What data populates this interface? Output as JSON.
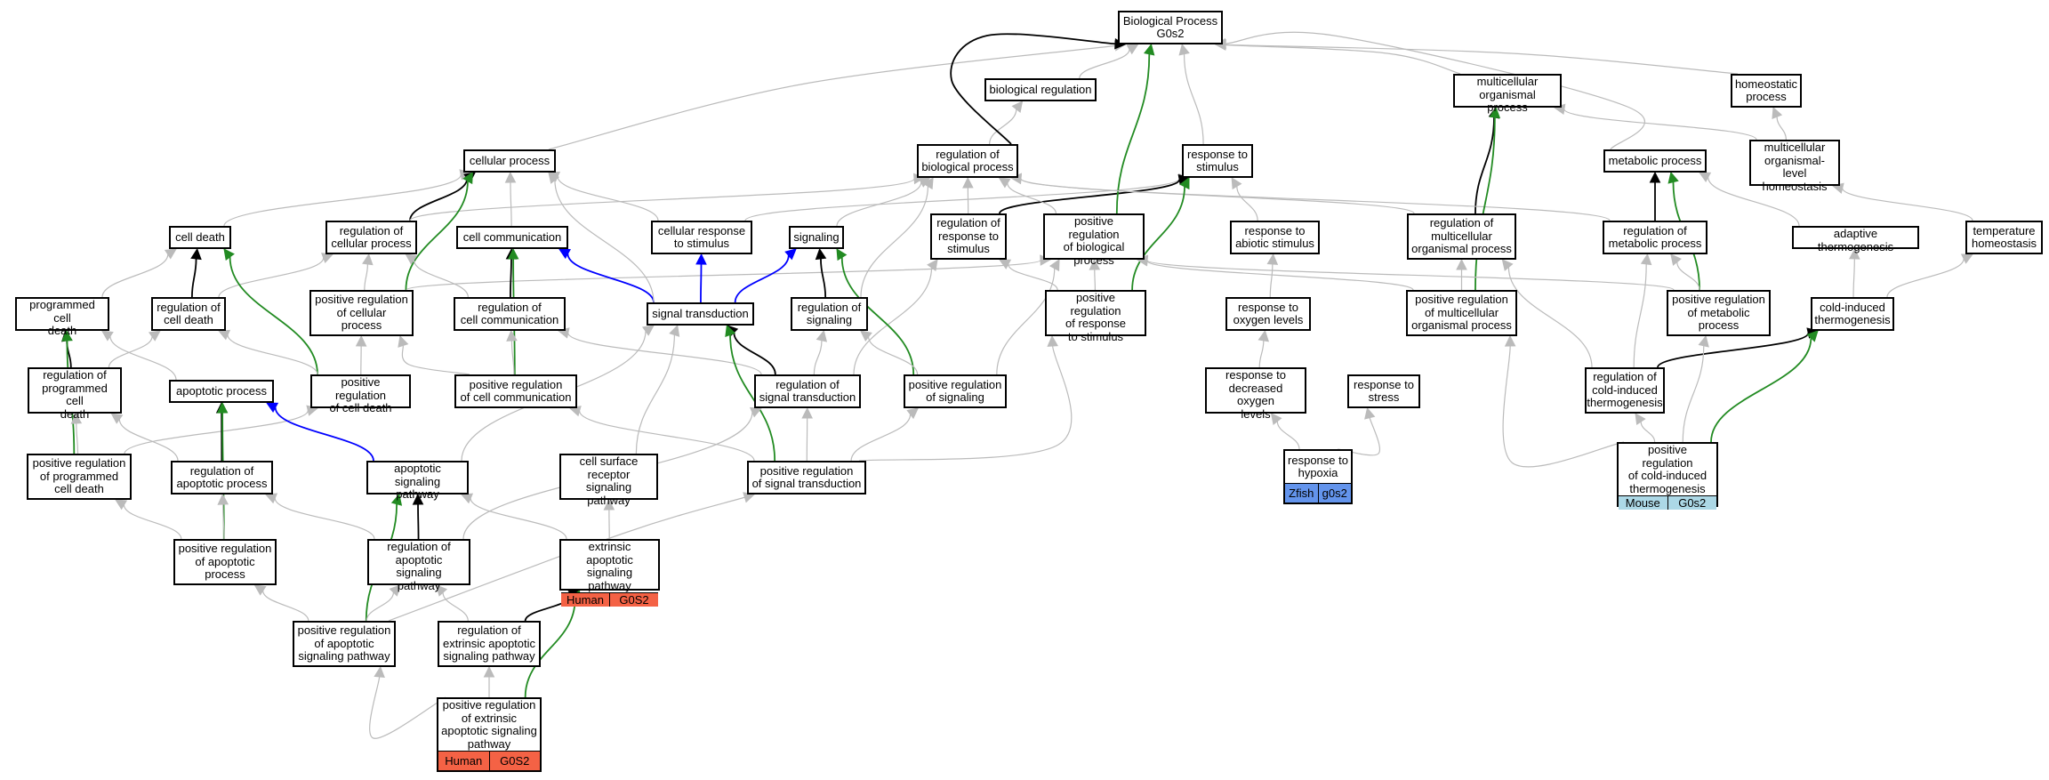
{
  "title": "Biological Process\nG0s2",
  "colors": {
    "is_a": "#bbbbbb",
    "regulates": "#000000",
    "positively_regulates": "#228b22",
    "part_of": "#0000ff",
    "human": "#f46245",
    "zfish": "#6394ec",
    "mouse": "#acd8e6"
  },
  "nodes": [
    {
      "id": "bp",
      "label": "Biological Process\nG0s2"
    },
    {
      "id": "bioreg",
      "label": "biological regulation"
    },
    {
      "id": "multi",
      "label": "multicellular\norganismal process"
    },
    {
      "id": "homeo",
      "label": "homeostatic\nprocess"
    },
    {
      "id": "cellproc",
      "label": "cellular process"
    },
    {
      "id": "regbio",
      "label": "regulation of\nbiological process"
    },
    {
      "id": "rstim",
      "label": "response to\nstimulus"
    },
    {
      "id": "metab",
      "label": "metabolic process"
    },
    {
      "id": "mohomeo",
      "label": "multicellular\norganismal-level\nhomeostasis"
    },
    {
      "id": "celldeath",
      "label": "cell death"
    },
    {
      "id": "regcell",
      "label": "regulation of\ncellular process"
    },
    {
      "id": "cellcomm",
      "label": "cell communication"
    },
    {
      "id": "cellresp",
      "label": "cellular response\nto stimulus"
    },
    {
      "id": "signaling",
      "label": "signaling"
    },
    {
      "id": "regresp",
      "label": "regulation of\nresponse to\nstimulus"
    },
    {
      "id": "posregbio",
      "label": "positive regulation\nof biological\nprocess"
    },
    {
      "id": "rabiotic",
      "label": "response to\nabiotic stimulus"
    },
    {
      "id": "regmulti",
      "label": "regulation of\nmulticellular\norganismal process"
    },
    {
      "id": "regmetab",
      "label": "regulation of\nmetabolic process"
    },
    {
      "id": "adapt",
      "label": "adaptive thermogenesis"
    },
    {
      "id": "temphomeo",
      "label": "temperature\nhomeostasis"
    },
    {
      "id": "pcd",
      "label": "programmed cell\ndeath"
    },
    {
      "id": "regcelldeath",
      "label": "regulation of\ncell death"
    },
    {
      "id": "posregcell",
      "label": "positive regulation\nof cellular\nprocess"
    },
    {
      "id": "regcellcomm",
      "label": "regulation of\ncell communication"
    },
    {
      "id": "sigtrans",
      "label": "signal transduction"
    },
    {
      "id": "regsig",
      "label": "regulation of\nsignaling"
    },
    {
      "id": "posregresp",
      "label": "positive regulation\nof response\nto stimulus"
    },
    {
      "id": "roxy",
      "label": "response to\noxygen levels"
    },
    {
      "id": "posregmulti",
      "label": "positive regulation\nof multicellular\norganismal process"
    },
    {
      "id": "posregmetab",
      "label": "positive regulation\nof metabolic\nprocess"
    },
    {
      "id": "coldthermo",
      "label": "cold-induced\nthermogenesis"
    },
    {
      "id": "regpcd",
      "label": "regulation of\nprogrammed cell\ndeath"
    },
    {
      "id": "apop",
      "label": "apoptotic process"
    },
    {
      "id": "posregcelldeath",
      "label": "positive regulation\nof cell death"
    },
    {
      "id": "posregcellcomm",
      "label": "positive regulation\nof cell communication"
    },
    {
      "id": "regsigtrans",
      "label": "regulation of\nsignal transduction"
    },
    {
      "id": "posregsig",
      "label": "positive regulation\nof signaling"
    },
    {
      "id": "rdecoxy",
      "label": "response to\ndecreased oxygen\nlevels"
    },
    {
      "id": "rstress",
      "label": "response to\nstress"
    },
    {
      "id": "regcold",
      "label": "regulation of\ncold-induced\nthermogenesis"
    },
    {
      "id": "posregpcd",
      "label": "positive regulation\nof programmed\ncell death"
    },
    {
      "id": "regapop",
      "label": "regulation of\napoptotic process"
    },
    {
      "id": "apopsig",
      "label": "apoptotic signaling\npathway"
    },
    {
      "id": "cellsurf",
      "label": "cell surface\nreceptor signaling\npathway"
    },
    {
      "id": "posregsigtrans",
      "label": "positive regulation\nof signal transduction"
    },
    {
      "id": "rhypoxia",
      "label": "response to\nhypoxia",
      "tags": [
        {
          "text": "Zfish",
          "kind": "zfish"
        },
        {
          "text": "g0s2",
          "kind": "zfish"
        }
      ]
    },
    {
      "id": "posregcold",
      "label": "positive regulation\nof cold-induced\nthermogenesis",
      "tags": [
        {
          "text": "Mouse",
          "kind": "mouse"
        },
        {
          "text": "G0s2",
          "kind": "mouse"
        }
      ]
    },
    {
      "id": "posregapop",
      "label": "positive regulation\nof apoptotic\nprocess"
    },
    {
      "id": "regapopsig",
      "label": "regulation of\napoptotic signaling\npathway"
    },
    {
      "id": "extapop",
      "label": "extrinsic apoptotic\nsignaling pathway",
      "tags": [
        {
          "text": "Human",
          "kind": "human"
        },
        {
          "text": "G0S2",
          "kind": "human"
        }
      ]
    },
    {
      "id": "posregapopsig",
      "label": "positive regulation\nof apoptotic\nsignaling pathway"
    },
    {
      "id": "regextapop",
      "label": "regulation of\nextrinsic apoptotic\nsignaling pathway"
    },
    {
      "id": "posregextapop",
      "label": "positive regulation\nof extrinsic\napoptotic signaling\npathway",
      "tags": [
        {
          "text": "Human",
          "kind": "human"
        },
        {
          "text": "G0S2",
          "kind": "human"
        }
      ]
    }
  ],
  "edges": [
    [
      "bioreg",
      "bp",
      "is_a"
    ],
    [
      "multi",
      "bp",
      "is_a"
    ],
    [
      "homeo",
      "bp",
      "is_a"
    ],
    [
      "cellproc",
      "bp",
      "is_a"
    ],
    [
      "regbio",
      "bioreg",
      "is_a"
    ],
    [
      "regbio",
      "bp",
      "regulates"
    ],
    [
      "rstim",
      "bp",
      "is_a"
    ],
    [
      "metab",
      "bp",
      "is_a"
    ],
    [
      "mohomeo",
      "multi",
      "is_a"
    ],
    [
      "mohomeo",
      "homeo",
      "is_a"
    ],
    [
      "celldeath",
      "cellproc",
      "is_a"
    ],
    [
      "regcell",
      "cellproc",
      "regulates"
    ],
    [
      "regcell",
      "regbio",
      "is_a"
    ],
    [
      "cellcomm",
      "cellproc",
      "is_a"
    ],
    [
      "cellresp",
      "cellproc",
      "is_a"
    ],
    [
      "cellresp",
      "rstim",
      "is_a"
    ],
    [
      "signaling",
      "regbio",
      "is_a"
    ],
    [
      "regresp",
      "regbio",
      "is_a"
    ],
    [
      "regresp",
      "rstim",
      "regulates"
    ],
    [
      "posregbio",
      "regbio",
      "is_a"
    ],
    [
      "posregbio",
      "bp",
      "positively_regulates"
    ],
    [
      "rabiotic",
      "rstim",
      "is_a"
    ],
    [
      "regmulti",
      "regbio",
      "is_a"
    ],
    [
      "regmulti",
      "multi",
      "regulates"
    ],
    [
      "regmetab",
      "regbio",
      "is_a"
    ],
    [
      "regmetab",
      "metab",
      "regulates"
    ],
    [
      "adapt",
      "metab",
      "is_a"
    ],
    [
      "temphomeo",
      "mohomeo",
      "is_a"
    ],
    [
      "pcd",
      "celldeath",
      "is_a"
    ],
    [
      "regcelldeath",
      "celldeath",
      "regulates"
    ],
    [
      "regcelldeath",
      "regcell",
      "is_a"
    ],
    [
      "posregcell",
      "cellproc",
      "positively_regulates"
    ],
    [
      "posregcell",
      "regcell",
      "is_a"
    ],
    [
      "posregcell",
      "posregbio",
      "is_a"
    ],
    [
      "regcellcomm",
      "cellcomm",
      "regulates"
    ],
    [
      "regcellcomm",
      "regcell",
      "is_a"
    ],
    [
      "sigtrans",
      "cellresp",
      "part_of"
    ],
    [
      "sigtrans",
      "signaling",
      "part_of"
    ],
    [
      "sigtrans",
      "cellcomm",
      "part_of"
    ],
    [
      "sigtrans",
      "cellproc",
      "is_a"
    ],
    [
      "regsig",
      "signaling",
      "regulates"
    ],
    [
      "regsig",
      "regbio",
      "is_a"
    ],
    [
      "posregresp",
      "rstim",
      "positively_regulates"
    ],
    [
      "posregresp",
      "regresp",
      "is_a"
    ],
    [
      "posregresp",
      "posregbio",
      "is_a"
    ],
    [
      "roxy",
      "rabiotic",
      "is_a"
    ],
    [
      "posregmulti",
      "multi",
      "positively_regulates"
    ],
    [
      "posregmulti",
      "regmulti",
      "is_a"
    ],
    [
      "posregmulti",
      "posregbio",
      "is_a"
    ],
    [
      "posregmetab",
      "metab",
      "positively_regulates"
    ],
    [
      "posregmetab",
      "regmetab",
      "is_a"
    ],
    [
      "posregmetab",
      "posregbio",
      "is_a"
    ],
    [
      "coldthermo",
      "adapt",
      "is_a"
    ],
    [
      "coldthermo",
      "temphomeo",
      "is_a"
    ],
    [
      "regpcd",
      "pcd",
      "regulates"
    ],
    [
      "regpcd",
      "regcelldeath",
      "is_a"
    ],
    [
      "apop",
      "pcd",
      "is_a"
    ],
    [
      "posregcelldeath",
      "celldeath",
      "positively_regulates"
    ],
    [
      "posregcelldeath",
      "regcelldeath",
      "is_a"
    ],
    [
      "posregcelldeath",
      "posregcell",
      "is_a"
    ],
    [
      "posregcellcomm",
      "cellcomm",
      "positively_regulates"
    ],
    [
      "posregcellcomm",
      "regcellcomm",
      "is_a"
    ],
    [
      "posregcellcomm",
      "posregcell",
      "is_a"
    ],
    [
      "regsigtrans",
      "sigtrans",
      "regulates"
    ],
    [
      "regsigtrans",
      "regsig",
      "is_a"
    ],
    [
      "regsigtrans",
      "regcellcomm",
      "is_a"
    ],
    [
      "regsigtrans",
      "regresp",
      "is_a"
    ],
    [
      "posregsig",
      "signaling",
      "positively_regulates"
    ],
    [
      "posregsig",
      "regsig",
      "is_a"
    ],
    [
      "posregsig",
      "posregbio",
      "is_a"
    ],
    [
      "rdecoxy",
      "roxy",
      "is_a"
    ],
    [
      "regcold",
      "coldthermo",
      "regulates"
    ],
    [
      "regcold",
      "regmetab",
      "is_a"
    ],
    [
      "regcold",
      "regmulti",
      "is_a"
    ],
    [
      "posregpcd",
      "pcd",
      "positively_regulates"
    ],
    [
      "posregpcd",
      "regpcd",
      "is_a"
    ],
    [
      "posregpcd",
      "posregcelldeath",
      "is_a"
    ],
    [
      "regapop",
      "apop",
      "regulates"
    ],
    [
      "regapop",
      "regpcd",
      "is_a"
    ],
    [
      "apopsig",
      "apop",
      "part_of"
    ],
    [
      "apopsig",
      "sigtrans",
      "is_a"
    ],
    [
      "cellsurf",
      "sigtrans",
      "is_a"
    ],
    [
      "posregsigtrans",
      "sigtrans",
      "positively_regulates"
    ],
    [
      "posregsigtrans",
      "regsigtrans",
      "is_a"
    ],
    [
      "posregsigtrans",
      "posregsig",
      "is_a"
    ],
    [
      "posregsigtrans",
      "posregresp",
      "is_a"
    ],
    [
      "posregsigtrans",
      "posregcellcomm",
      "is_a"
    ],
    [
      "rhypoxia",
      "rdecoxy",
      "is_a"
    ],
    [
      "rhypoxia",
      "rstress",
      "is_a"
    ],
    [
      "posregcold",
      "coldthermo",
      "positively_regulates"
    ],
    [
      "posregcold",
      "regcold",
      "is_a"
    ],
    [
      "posregcold",
      "posregmetab",
      "is_a"
    ],
    [
      "posregcold",
      "posregmulti",
      "is_a"
    ],
    [
      "posregapop",
      "apop",
      "positively_regulates"
    ],
    [
      "posregapop",
      "regapop",
      "is_a"
    ],
    [
      "posregapop",
      "posregpcd",
      "is_a"
    ],
    [
      "regapopsig",
      "apopsig",
      "regulates"
    ],
    [
      "regapopsig",
      "regapop",
      "is_a"
    ],
    [
      "regapopsig",
      "regsigtrans",
      "is_a"
    ],
    [
      "extapop",
      "apopsig",
      "is_a"
    ],
    [
      "extapop",
      "cellsurf",
      "is_a"
    ],
    [
      "posregapopsig",
      "apopsig",
      "positively_regulates"
    ],
    [
      "posregapopsig",
      "regapopsig",
      "is_a"
    ],
    [
      "posregapopsig",
      "posregapop",
      "is_a"
    ],
    [
      "posregapopsig",
      "posregsigtrans",
      "is_a"
    ],
    [
      "regextapop",
      "extapop",
      "regulates"
    ],
    [
      "regextapop",
      "regapopsig",
      "is_a"
    ],
    [
      "posregextapop",
      "extapop",
      "positively_regulates"
    ],
    [
      "posregextapop",
      "regextapop",
      "is_a"
    ],
    [
      "posregextapop",
      "posregapopsig",
      "is_a"
    ]
  ]
}
